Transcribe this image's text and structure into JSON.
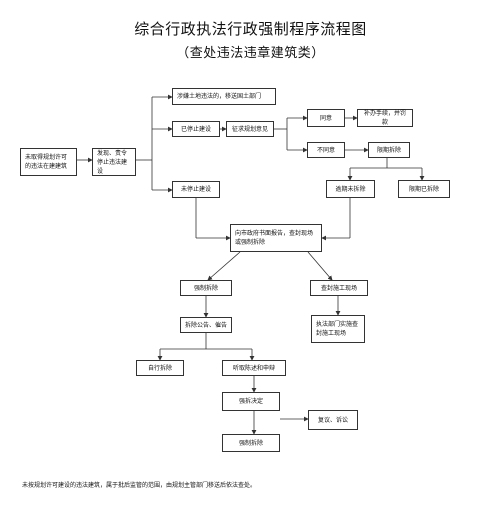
{
  "title": "综合行政执法行政强制程序流程图",
  "subtitle": "（查处违法违章建筑类）",
  "nodes": {
    "unauthorized": "未取得规划许可的违法在建建筑",
    "discover": "发现、责令停止违法建设",
    "land_transfer": "涉嫌土地违法的，移送国土部门",
    "stopped": "已停止建设",
    "planning_opinion": "征求规划意见",
    "agree": "同意",
    "supplement": "补办手续，并罚款",
    "disagree": "不同意",
    "deadline_demolish": "限期拆除",
    "not_stopped": "未停止建设",
    "overdue": "逾期未拆除",
    "done_demolish": "限期已拆除",
    "report": "向市政府书面报告，查封现场或强制拆除",
    "forced_demolish": "强制拆除",
    "seal_site": "查封施工现场",
    "notice": "拆除公告、催告",
    "enforce_seal": "执法部门实施查封施工现场",
    "self_demolish": "自行拆除",
    "hearing": "听取陈述和申辩",
    "decision": "强拆决定",
    "review": "复议、诉讼",
    "final_demolish": "强制拆除"
  },
  "footnote": "未按规划许可建设的违法建筑，属于批后监管的范围，由规划主管部门移送后依法查处。"
}
